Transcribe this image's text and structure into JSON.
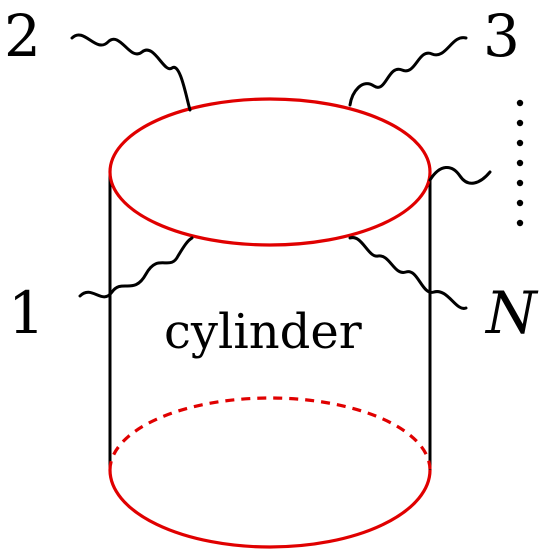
{
  "diagram": {
    "center_label": "cylinder",
    "external_legs": [
      {
        "id": "1",
        "label": "1"
      },
      {
        "id": "2",
        "label": "2"
      },
      {
        "id": "3",
        "label": "3"
      },
      {
        "id": "N",
        "label": "N"
      }
    ],
    "ellipsis_glyph": "⋮",
    "colors": {
      "boundary": "#e00000",
      "sides": "#000000",
      "legs": "#000000",
      "text": "#000000"
    }
  }
}
